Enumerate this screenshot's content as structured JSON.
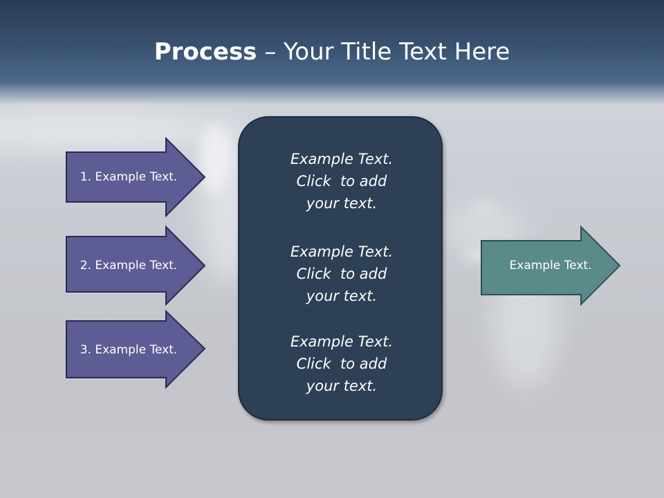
{
  "slide": {
    "title_bold": "Process",
    "title_rest": " – Your Title Text Here",
    "inputs": [
      {
        "label": "1. Example Text."
      },
      {
        "label": "2. Example Text."
      },
      {
        "label": "3. Example Text."
      }
    ],
    "center_blocks": [
      {
        "lines": [
          "Example Text.",
          "Click  to add",
          "your text."
        ]
      },
      {
        "lines": [
          "Example Text.",
          "Click  to add",
          "your text."
        ]
      },
      {
        "lines": [
          "Example Text.",
          "Click  to add",
          "your text."
        ]
      }
    ],
    "output": {
      "label": "Example Text."
    }
  },
  "colors": {
    "title_bar": "#3a5272",
    "input_arrow_fill": "#5e5c94",
    "input_arrow_stroke": "#2a2952",
    "center_box_fill": "#2d4055",
    "output_arrow_fill": "#5a8a8a",
    "output_arrow_stroke": "#2c4f55"
  }
}
